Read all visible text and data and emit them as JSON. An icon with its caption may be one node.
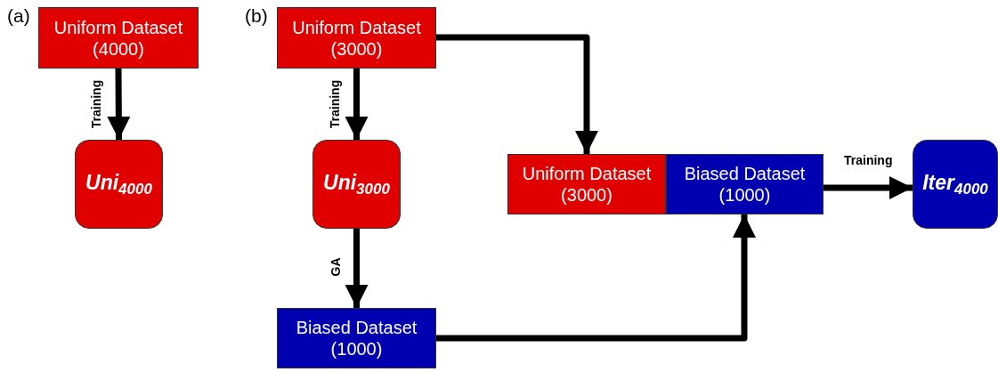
{
  "diagram": {
    "nodes": [
      {
        "text": [
          "Uniform Dataset (4000)"
        ]
      },
      {
        "text": [
          "Uni$_{4000}$"
        ]
      },
      {
        "text": [
          "Uniform Dataset (3000)"
        ]
      },
      {
        "text": [
          "Uni$_{3000}$"
        ]
      },
      {
        "text": [
          "Biased Dataset (1000)"
        ]
      },
      {
        "text": [
          "Uniform Dataset (3000)"
        ]
      },
      {
        "text": [
          "Biased Dataset (1000)"
        ]
      },
      {
        "text": [
          "Iter$_{4000}$"
        ]
      }
    ],
    "edges": [
      {
        "from": 0,
        "to": 1,
        "arrow": "to",
        "label": "Training"
      },
      {
        "from": 2,
        "to": 3,
        "arrow": "to",
        "label": "Training"
      },
      {
        "from": 2,
        "to": 5,
        "arrow": "to"
      },
      {
        "from": 3,
        "to": 4,
        "arrow": "to",
        "label": "GA"
      },
      {
        "from": 4,
        "to": 6,
        "arrow": "to"
      },
      {
        "from": 6,
        "to": 7,
        "arrow": "to",
        "label": "Training"
      }
    ],
    "labels": [
      "(a)",
      "(b)"
    ]
  }
}
